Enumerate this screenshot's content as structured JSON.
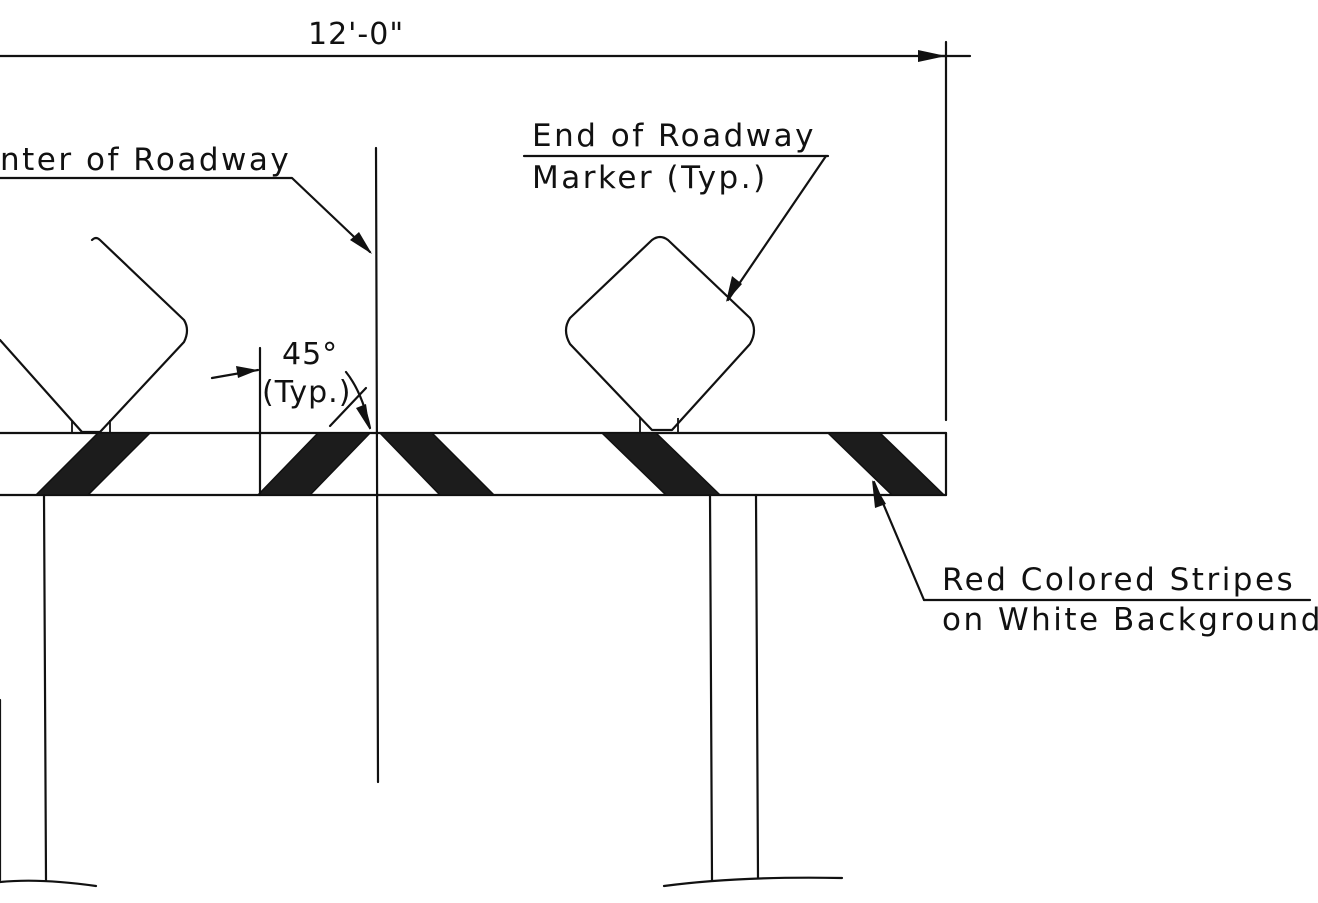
{
  "dimension": {
    "overall_width": "12'-0\""
  },
  "labels": {
    "center_of_roadway": "nter of Roadway",
    "end_marker_line1": "End of Roadway",
    "end_marker_line2": "Marker (Typ.)",
    "angle_value": "45°",
    "angle_typ": "(Typ.)",
    "stripes_line1": "Red Colored Stripes",
    "stripes_line2": "on White Background"
  }
}
